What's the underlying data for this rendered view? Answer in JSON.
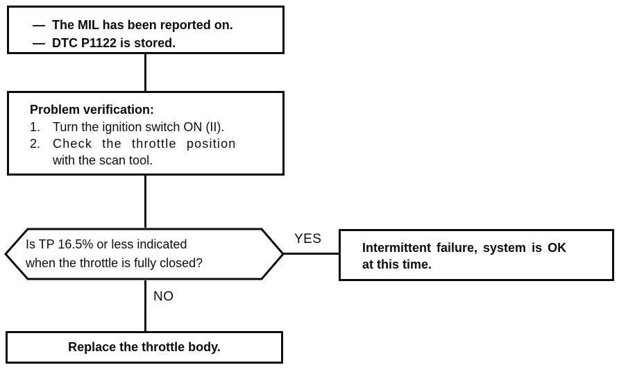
{
  "colors": {
    "ink": "#0c0c0c",
    "paper": "#ffffff"
  },
  "flowchart": {
    "symptom_box": {
      "bullet": "—",
      "lines": [
        "The MIL has been reported on.",
        "DTC P1122 is stored."
      ]
    },
    "verification_box": {
      "title": "Problem verification:",
      "steps": [
        {
          "num": "1.",
          "line1": "Turn the ignition switch ON (II)."
        },
        {
          "num": "2.",
          "line1": "Check the throttle position",
          "line2": "with the scan tool."
        }
      ]
    },
    "decision_hexagon": {
      "line1": "Is TP 16.5% or less indicated",
      "line2": "when the throttle is fully closed?"
    },
    "labels": {
      "yes": "YES",
      "no": "NO"
    },
    "yes_box": {
      "line1": "Intermittent failure, system is OK",
      "line2": "at this time."
    },
    "no_box": {
      "text": "Replace the throttle body."
    }
  }
}
